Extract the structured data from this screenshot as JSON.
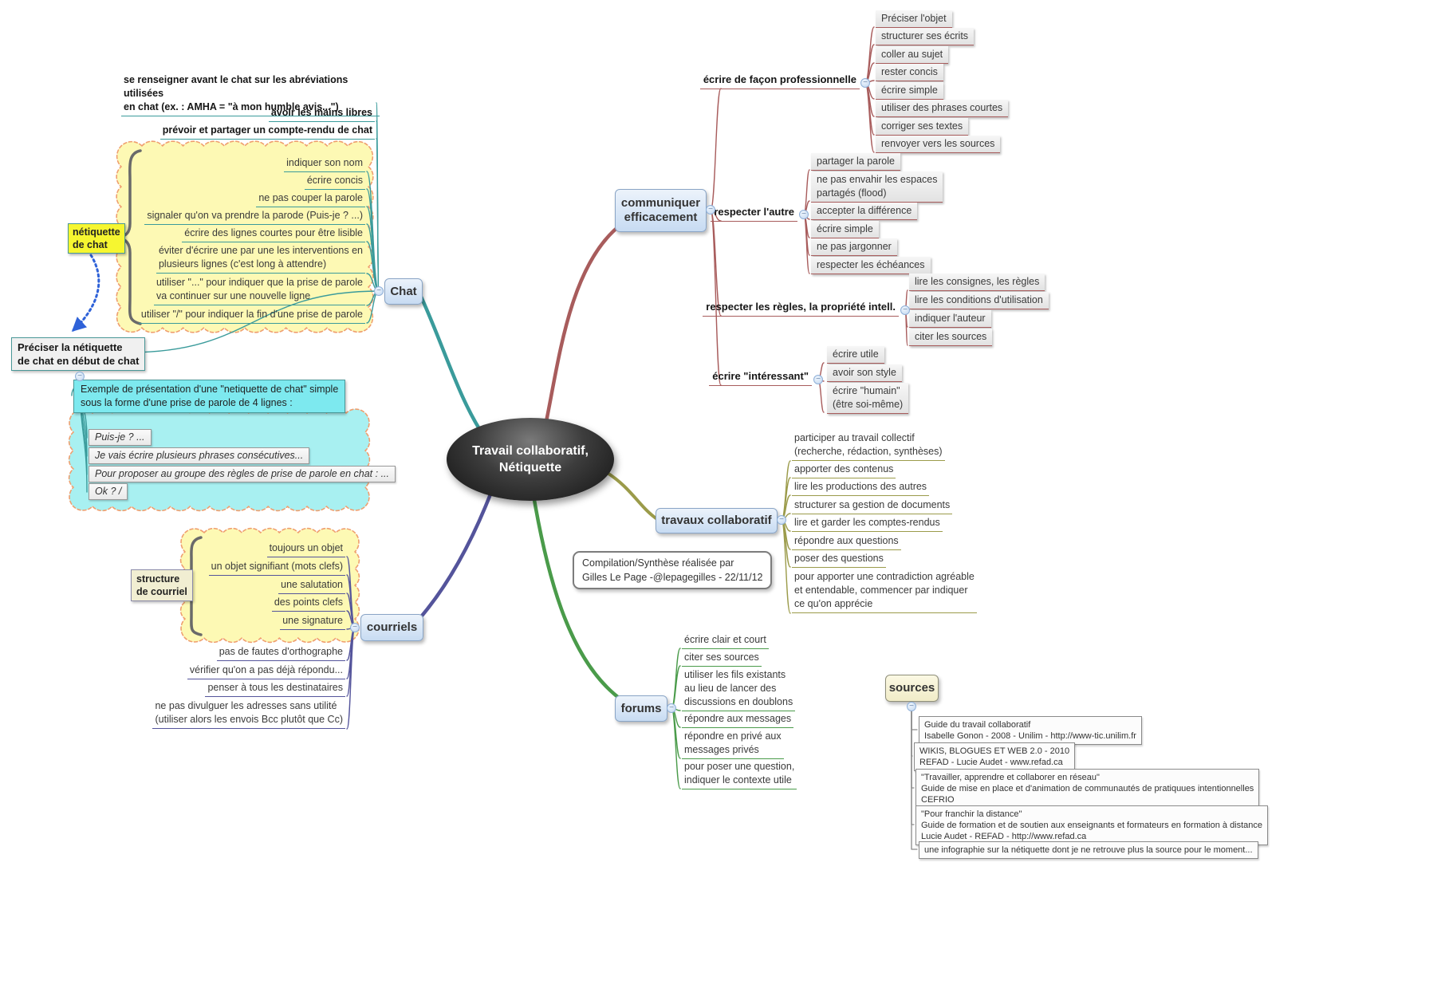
{
  "central": {
    "title": "Travail collaboratif,\nNétiquette"
  },
  "collapse_glyph": "−",
  "colors": {
    "chat": "#3a9b9b",
    "communiquer": "#a85c5c",
    "travaux": "#9b9b4a",
    "courriels": "#54549b",
    "forums": "#4a9b4a",
    "sources_connector": "#8a8a8a",
    "cloud_stroke": "#ef9f6f",
    "cloud_yellow": "#fdf9b4",
    "cloud_cyan": "#a8f0f1",
    "arrow_blue": "#2f62d8",
    "brace_gray": "#6a6a6a"
  },
  "chat": {
    "label": "Chat",
    "tips": [
      "se renseigner avant le chat sur les abréviations utilisées\nen chat (ex. : AMHA = \"à mon humble avis...\")",
      "avoir les mains libres",
      "prévoir et partager un compte-rendu de chat"
    ],
    "netiquette_label": "nétiquette\nde chat",
    "cloud_items": [
      "indiquer son nom",
      "écrire concis",
      "ne pas couper la parole",
      "signaler qu'on va prendre la parode (Puis-je ? ...)",
      "écrire des lignes courtes pour être lisible",
      "éviter d'écrire une par une les interventions en\nplusieurs lignes (c'est long à attendre)",
      "utiliser \"...\" pour indiquer que la prise de parole\nva continuer sur une nouvelle ligne",
      "utiliser \"/\" pour indiquer la fin d'une prise de parole"
    ],
    "preciser": "Préciser la nétiquette\nde chat en début de chat",
    "exemple_intro": "Exemple de présentation d'une \"netiquette de chat\" simple\nsous la forme d'une prise de parole de 4 lignes :",
    "exemple_lines": [
      "Puis-je ? ...",
      "Je vais écrire plusieurs phrases consécutives...",
      "Pour proposer au groupe des  règles de prise de parole en chat : ...",
      "Ok ? /"
    ]
  },
  "communiquer": {
    "label": "communiquer\nefficacement",
    "groups": [
      {
        "label": "écrire de façon professionnelle",
        "items": [
          "Préciser l'objet",
          "structurer ses écrits",
          "coller au sujet",
          "rester concis",
          "écrire simple",
          "utiliser des phrases courtes",
          "corriger ses textes",
          "renvoyer vers les sources"
        ]
      },
      {
        "label": "respecter l'autre",
        "items": [
          "partager la parole",
          "ne pas envahir les espaces\npartagés (flood)",
          "accepter la différence",
          "écrire simple",
          "ne pas jargonner",
          "respecter les échéances"
        ]
      },
      {
        "label": "respecter les règles, la propriété intell.",
        "items": [
          "lire les consignes, les règles",
          "lire les conditions d'utilisation",
          "indiquer l'auteur",
          "citer les sources"
        ]
      },
      {
        "label": "écrire \"intéressant\"",
        "items": [
          "écrire utile",
          "avoir son style",
          "écrire \"humain\"\n(être soi-même)"
        ]
      }
    ]
  },
  "travaux": {
    "label": "travaux collaboratif",
    "items": [
      "participer au travail collectif\n(recherche, rédaction, synthèses)",
      "apporter des contenus",
      "lire les productions des autres",
      "structurer sa gestion de documents",
      "lire et garder les comptes-rendus",
      "répondre aux questions",
      "poser des questions",
      "pour apporter une contradiction agréable\net entendable, commencer par indiquer\nce qu'on apprécie"
    ]
  },
  "courriels": {
    "label": "courriels",
    "structure_label": "structure\nde courriel",
    "structure_items": [
      "toujours un objet",
      "un objet signifiant (mots clefs)",
      "une salutation",
      "des points clefs",
      "une signature"
    ],
    "items": [
      "pas de fautes d'orthographe",
      "vérifier qu'on a pas déjà répondu...",
      "penser à tous les destinataires",
      "ne pas divulguer les adresses sans utilité\n(utiliser alors les envois Bcc plutôt que Cc)"
    ]
  },
  "forums": {
    "label": "forums",
    "items": [
      "écrire clair et court",
      "citer ses sources",
      "utiliser les fils existants\nau lieu de lancer des\ndiscussions en doublons",
      "répondre aux messages",
      "répondre en privé aux\nmessages privés",
      "pour poser une question,\nindiquer le contexte utile"
    ]
  },
  "sources": {
    "label": "sources",
    "items": [
      "Guide du travail collaboratif\nIsabelle Gonon - 2008 - Unilim - http://www-tic.unilim.fr",
      "WIKIS, BLOGUES ET WEB 2.0 - 2010\nREFAD - Lucie Audet - www.refad.ca",
      "\"Travailler, apprendre et collaborer en réseau\"\n Guide de mise en place et d'animation de communautés de pratiquues intentionnelles\nCEFRIO",
      "\"Pour franchir la distance\"\n Guide de formation et de soutien aux enseignants et formateurs en formation à distance\nLucie Audet - REFAD - http://www.refad.ca",
      "une infographie sur la nétiquette dont je ne retrouve plus la source pour le moment..."
    ]
  },
  "note": "Compilation/Synthèse réalisée par\nGilles Le Page -@lepagegilles - 22/11/12"
}
